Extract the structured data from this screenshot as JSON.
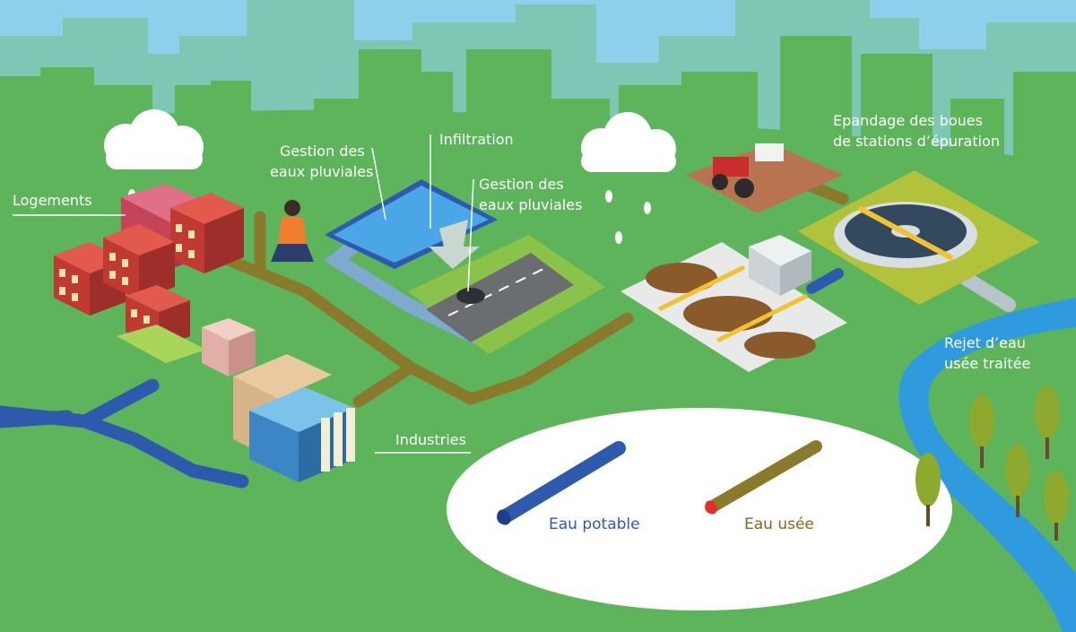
{
  "labels": {
    "logements": "Logements",
    "gestion_pluviales_1_line1": "Gestion des",
    "gestion_pluviales_1_line2": "eaux pluviales",
    "infiltration": "Infiltration",
    "gestion_pluviales_2_line1": "Gestion des",
    "gestion_pluviales_2_line2": "eaux pluviales",
    "epandage_line1": "Epandage des boues",
    "epandage_line2": "de stations d’épuration",
    "rejet_line1": "Rejet d’eau",
    "rejet_line2": "usée traitée",
    "industries": "Industries"
  },
  "legend": {
    "potable": "Eau potable",
    "usee": "Eau usée"
  },
  "colors": {
    "sky": "#8ECFEA",
    "skyline": "#7FC6B4",
    "grass": "#5DB45A",
    "potable_pipe": "#2E5AAE",
    "waste_pipe": "#8A7A2C",
    "river": "#2F9BDE",
    "legend_potable_text": "#2E5AAE",
    "legend_usee_text": "#7E6A1C"
  }
}
